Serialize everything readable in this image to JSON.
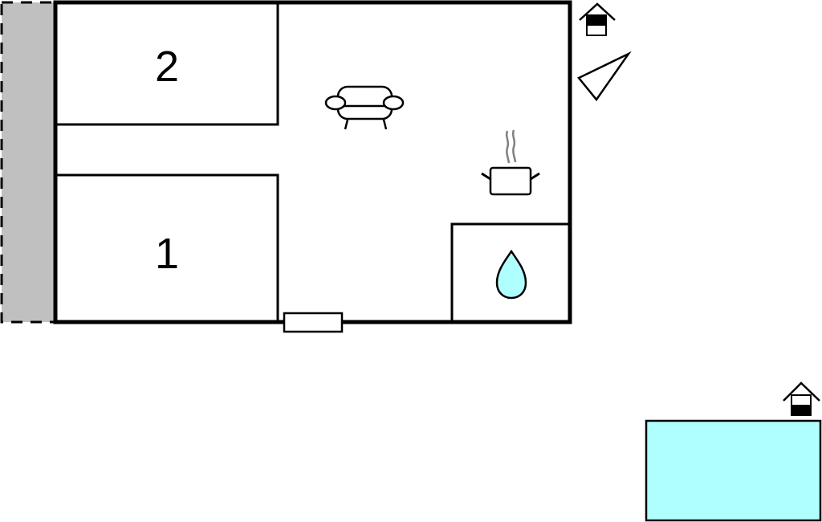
{
  "floorplan": {
    "rooms": [
      {
        "id": "bedroom-2",
        "label": "2"
      },
      {
        "id": "bedroom-1",
        "label": "1"
      }
    ],
    "icons": [
      {
        "name": "sofa-icon",
        "meaning": "living room"
      },
      {
        "name": "cooking-pot-icon",
        "meaning": "kitchen"
      },
      {
        "name": "water-drop-icon",
        "meaning": "bathroom"
      },
      {
        "name": "house-icon",
        "meaning": "house"
      },
      {
        "name": "compass-triangle-icon",
        "meaning": "north orientation"
      },
      {
        "name": "pool-house-icon",
        "meaning": "pool"
      }
    ],
    "colors": {
      "wall": "#000000",
      "terrace": "#c0c0c0",
      "water": "#b0ffff",
      "steam": "#808080",
      "background": "#ffffff"
    }
  }
}
